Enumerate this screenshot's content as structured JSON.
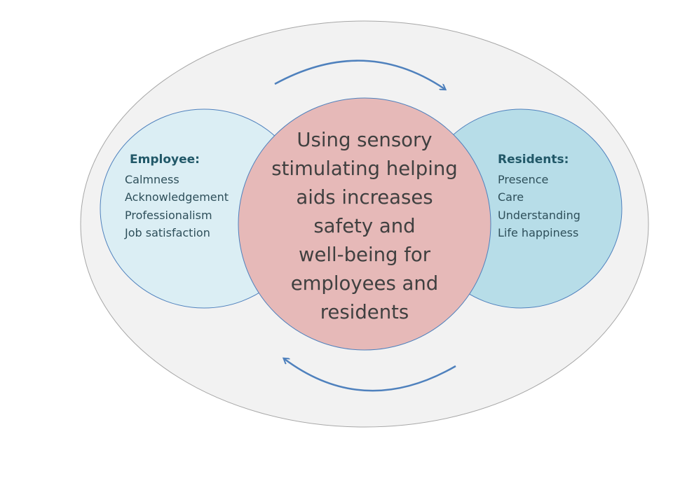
{
  "employee": {
    "title": "Employee:",
    "items": [
      "Calmness",
      "Acknowledgement",
      "Professionalism",
      "Job satisfaction"
    ]
  },
  "residents": {
    "title": "Residents:",
    "items": [
      "Presence",
      "Care",
      "Understanding",
      "Life happiness"
    ]
  },
  "center": {
    "lines": [
      "Using sensory",
      "stimulating helping",
      "aids increases",
      "safety and",
      "well-being for",
      "employees and",
      "residents"
    ]
  },
  "colors": {
    "outer": "#f2f2f2",
    "left": "#dbeef4",
    "right": "#b7dde8",
    "center": "#e6b9b8",
    "stroke": "#4f81bd"
  }
}
